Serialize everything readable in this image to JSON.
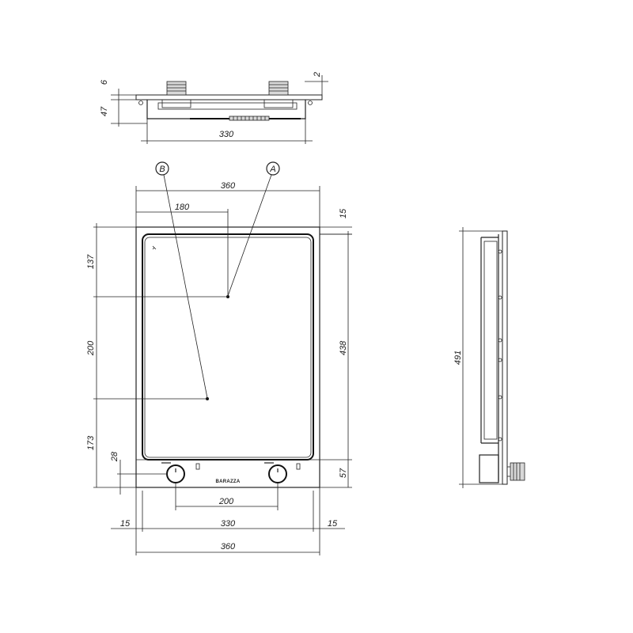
{
  "dimensions": {
    "top_height_small": "6",
    "top_height_large": "47",
    "top_right_small": "2",
    "top_width": "330",
    "overall_width_top": "360",
    "knob_center_width": "180",
    "right_margin_top": "15",
    "zone_top_offset": "137",
    "zone_spacing": "200",
    "bottom_offset": "173",
    "knob_offset": "28",
    "total_depth": "438",
    "bottom_margin": "57",
    "knob_spacing": "200",
    "left_margin": "15",
    "inner_width": "330",
    "right_margin": "15",
    "overall_width_bottom": "360",
    "side_height": "491"
  },
  "callouts": {
    "a": "A",
    "b": "B"
  },
  "brand": "BARAZZA"
}
